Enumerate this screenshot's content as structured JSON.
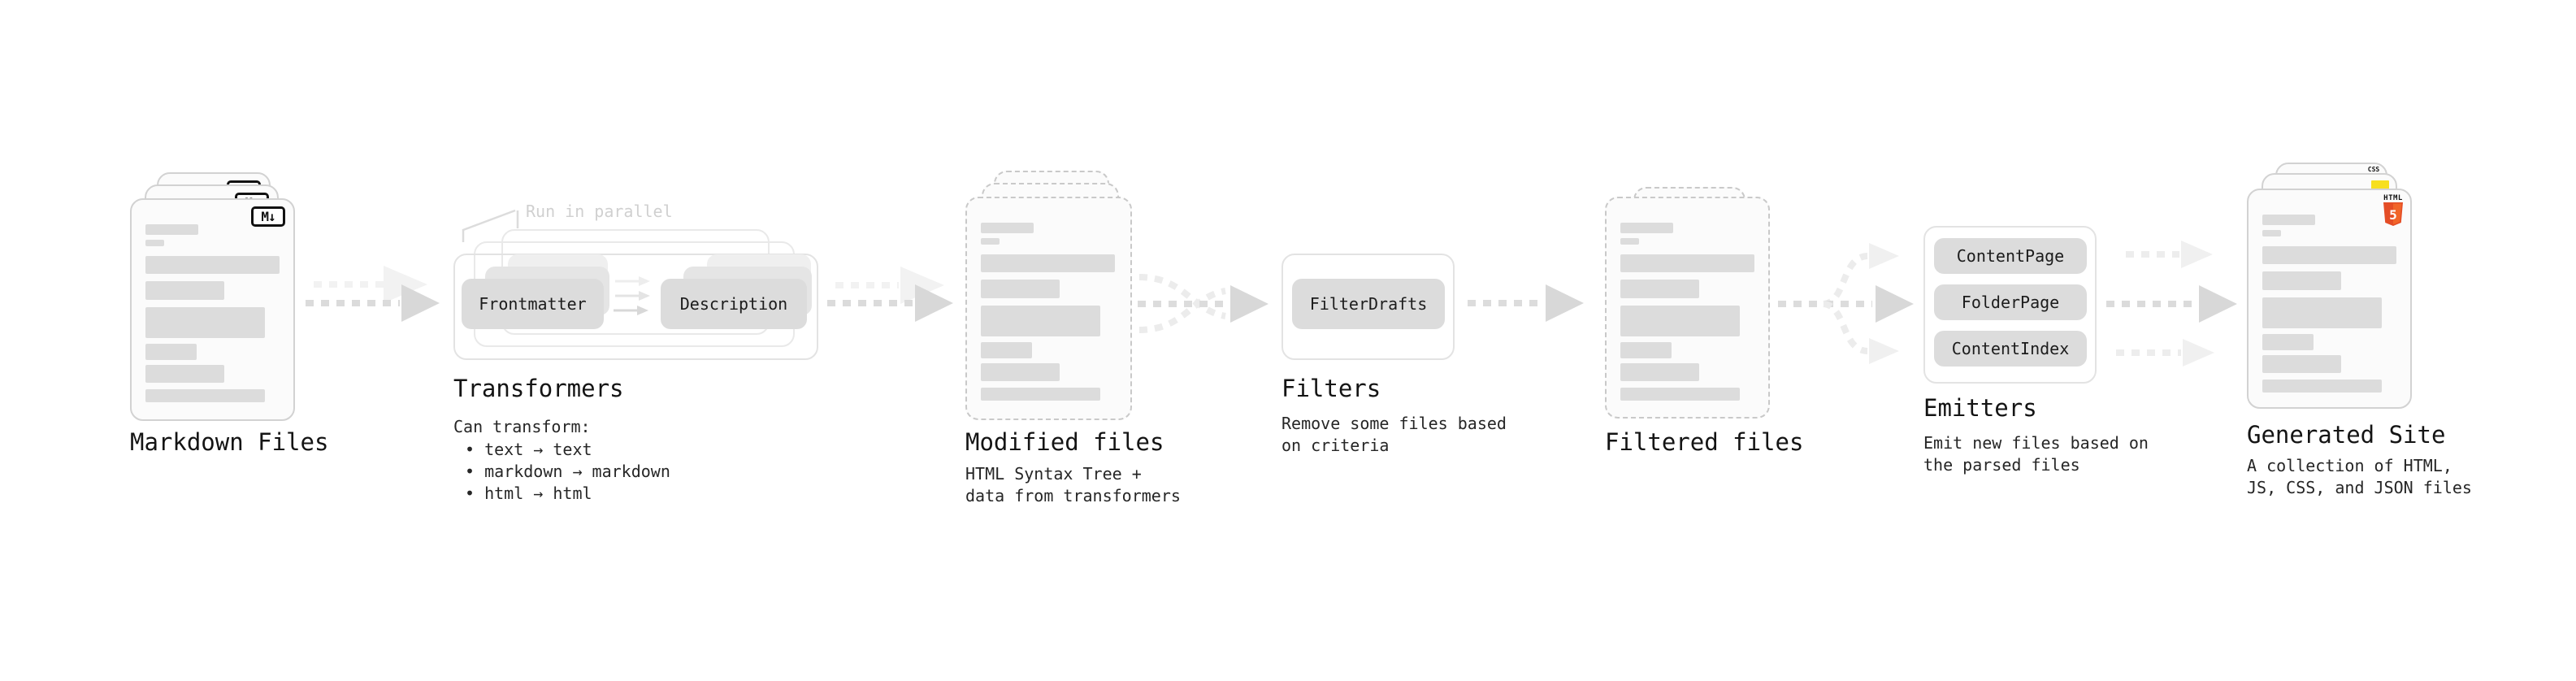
{
  "markdown_files": {
    "label": "Markdown Files",
    "icon": "M↓"
  },
  "transformers": {
    "label": "Transformers",
    "annotation": "Run in parallel",
    "button_frontmatter": "Frontmatter",
    "button_description": "Description",
    "desc_title": "Can transform:",
    "bullet_1": "• text → text",
    "bullet_2": "• markdown → markdown",
    "bullet_3": "• html → html"
  },
  "modified_files": {
    "label": "Modified files",
    "desc_line_1": "HTML Syntax Tree +",
    "desc_line_2": "data from transformers"
  },
  "filters": {
    "label": "Filters",
    "button_filterdrafts": "FilterDrafts",
    "desc_line_1": "Remove some files based",
    "desc_line_2": "on criteria"
  },
  "filtered_files": {
    "label": "Filtered files"
  },
  "emitters": {
    "label": "Emitters",
    "button_contentpage": "ContentPage",
    "button_folderpage": "FolderPage",
    "button_contentindex": "ContentIndex",
    "desc_line_1": "Emit new files based on",
    "desc_line_2": "the parsed files"
  },
  "generated_site": {
    "label": "Generated Site",
    "desc_line_1": "A collection of HTML,",
    "desc_line_2": "JS, CSS, and JSON files",
    "html_icon_label": "HTML",
    "html_icon_number": "5",
    "css_icon_label": "CSS"
  },
  "colors": {
    "arrow": "#d8d8d8",
    "arrow_light": "#f0f0f0",
    "card_border": "#d2d2d2",
    "dashed_border": "#c9c9c9",
    "box_border": "#e3e3e3",
    "button_bg": "#dcdcdc",
    "skeleton_bar": "#dcdcdc",
    "annotation_text": "#d0d0d0",
    "html5_orange": "#e44d26",
    "html5_orange_light": "#f16529",
    "js_yellow": "#f7df1e",
    "css_blue": "#2965f1"
  }
}
